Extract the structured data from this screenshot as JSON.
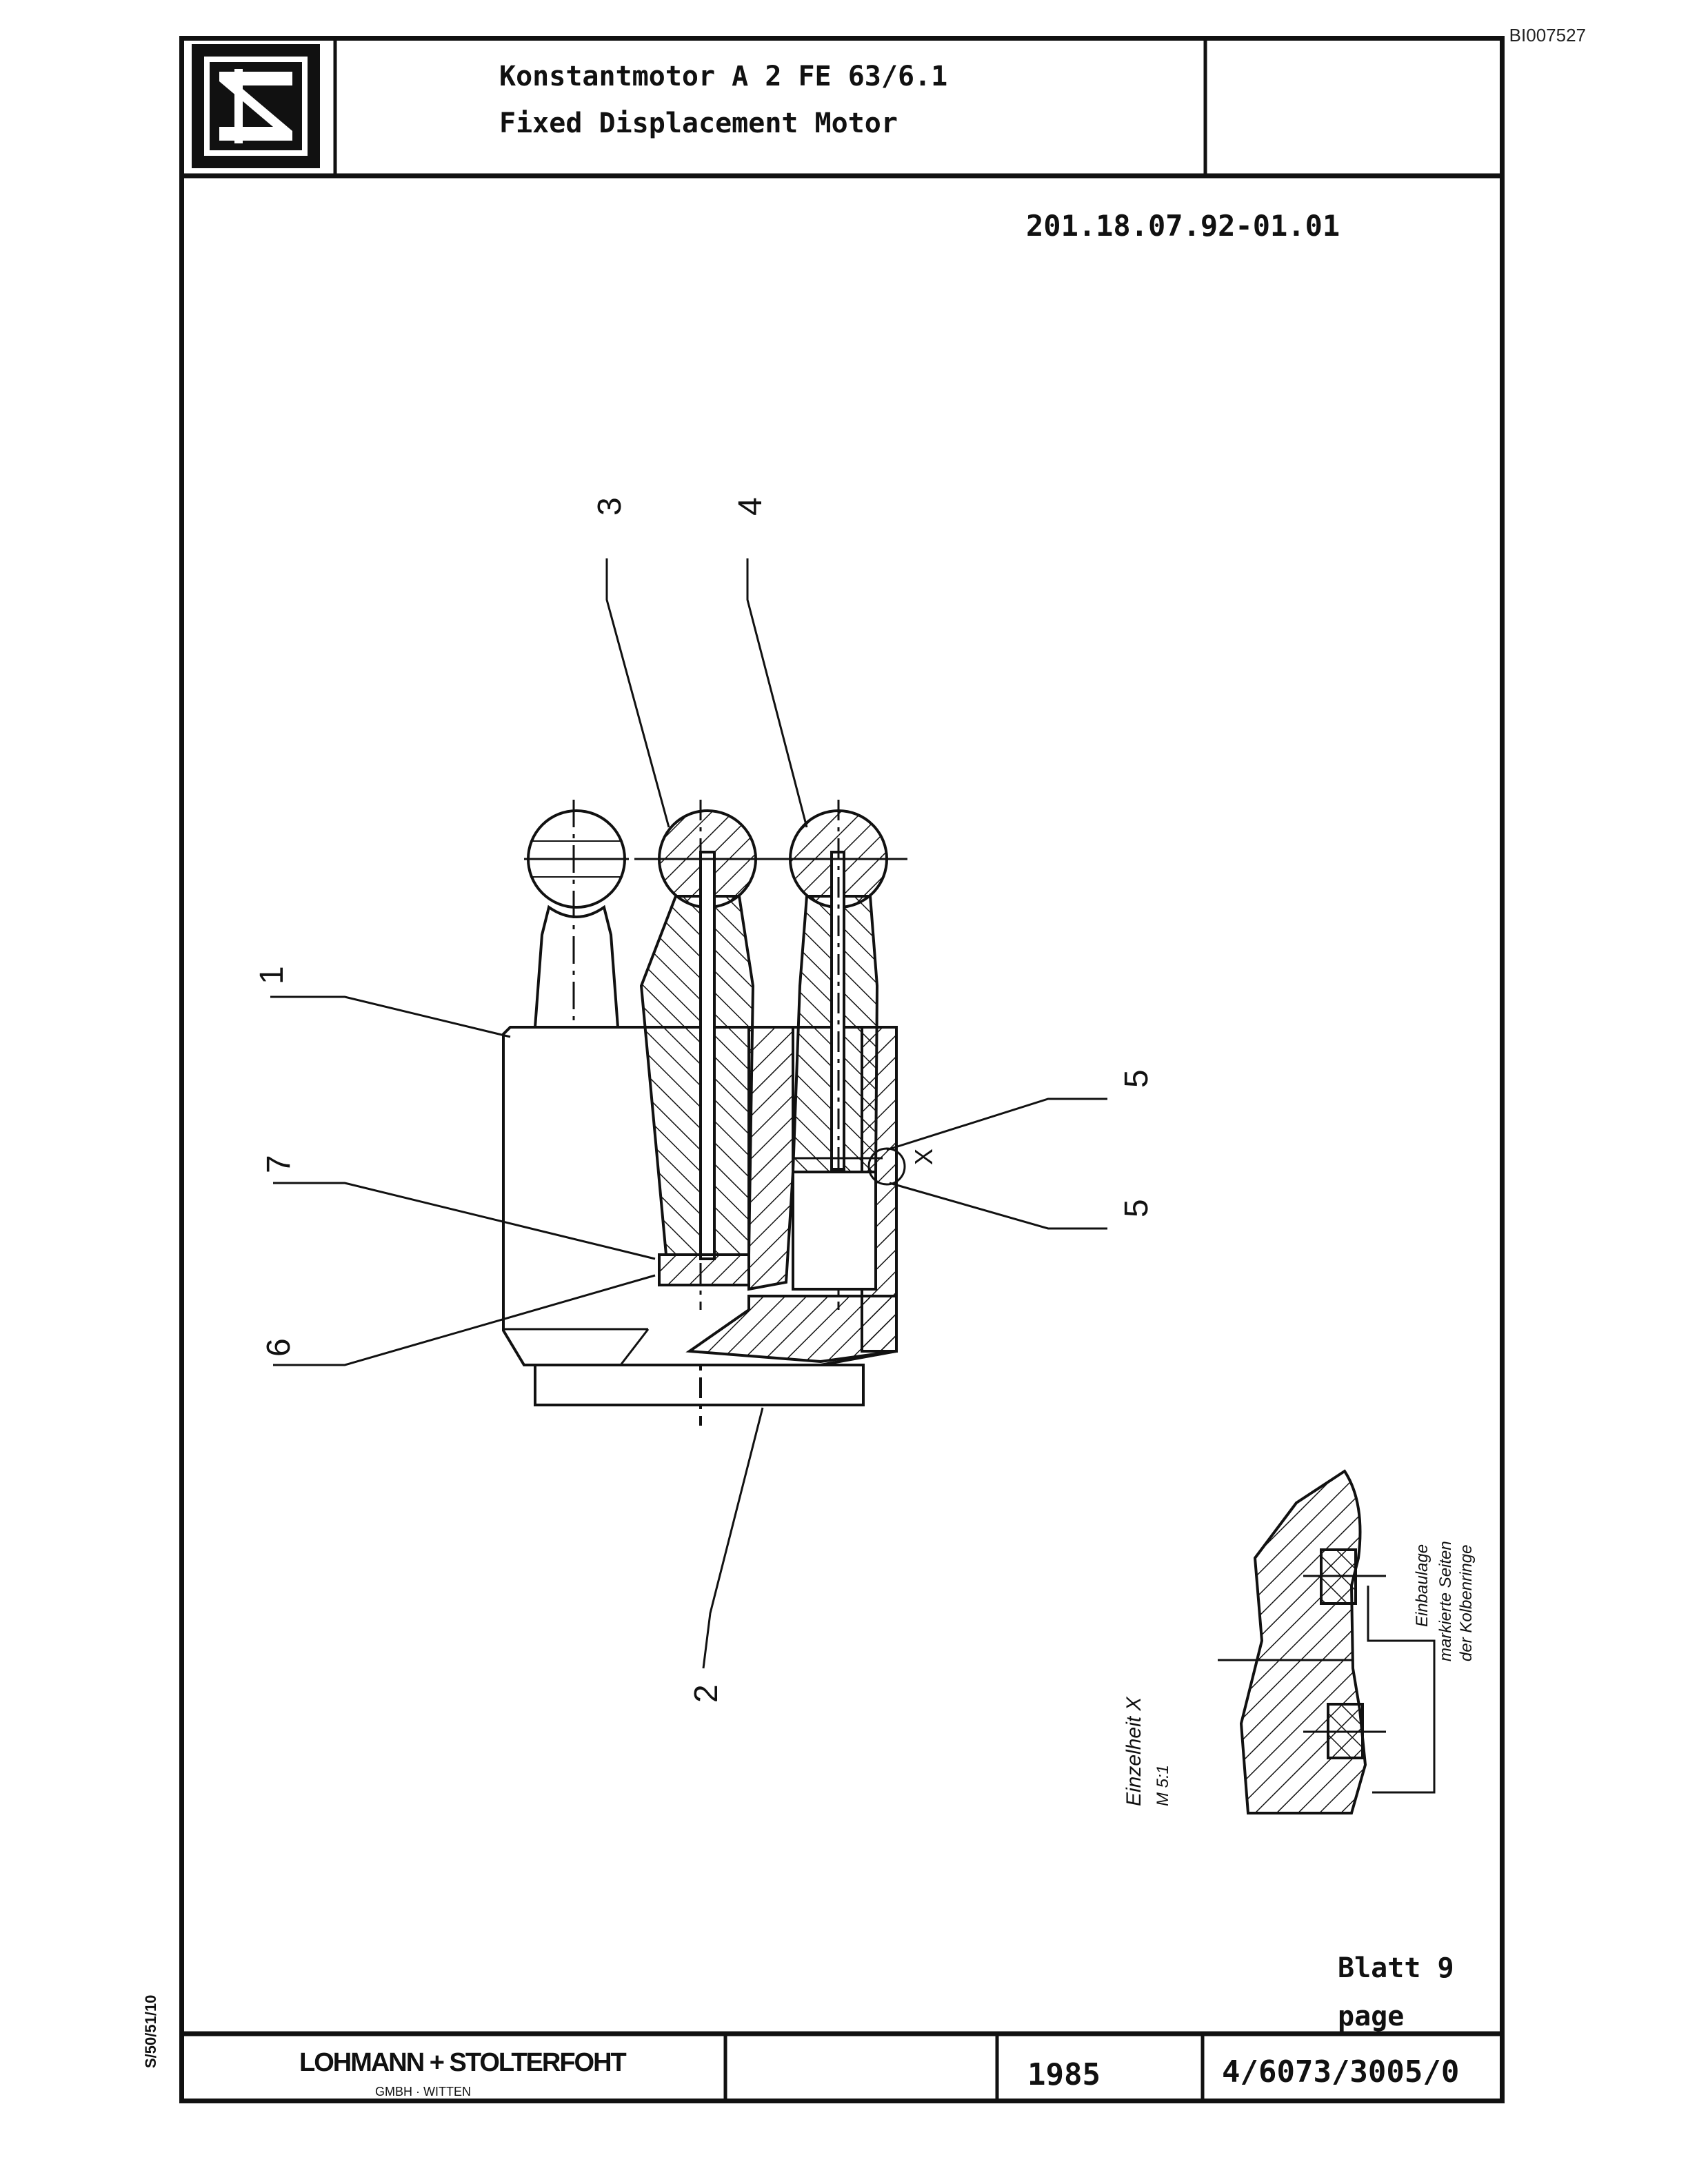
{
  "stamp": "BI007527",
  "header": {
    "title_de": "Konstantmotor A 2 FE 63/6.1",
    "title_en": "Fixed Displacement Motor"
  },
  "doc_number": "201.18.07.92-01.01",
  "callouts": {
    "c1": "1",
    "c2": "2",
    "c3": "3",
    "c4": "4",
    "c5a": "5",
    "c5b": "5",
    "c6": "6",
    "c7": "7",
    "x_marker": "X"
  },
  "detail": {
    "title": "Einzelheit X",
    "scale": "M 5:1",
    "note_line1": "Einbaulage",
    "note_line2": "markierte Seiten",
    "note_line3": "der Kolbenringe"
  },
  "sheet": {
    "label_de": "Blatt 9",
    "label_en": "page"
  },
  "footer": {
    "company": "LOHMANN + STOLTERFOHT",
    "company_sub": "GMBH · WITTEN",
    "year": "1985",
    "drawing_no": "4/6073/3005/0"
  },
  "side_code": "S/50/51/10"
}
